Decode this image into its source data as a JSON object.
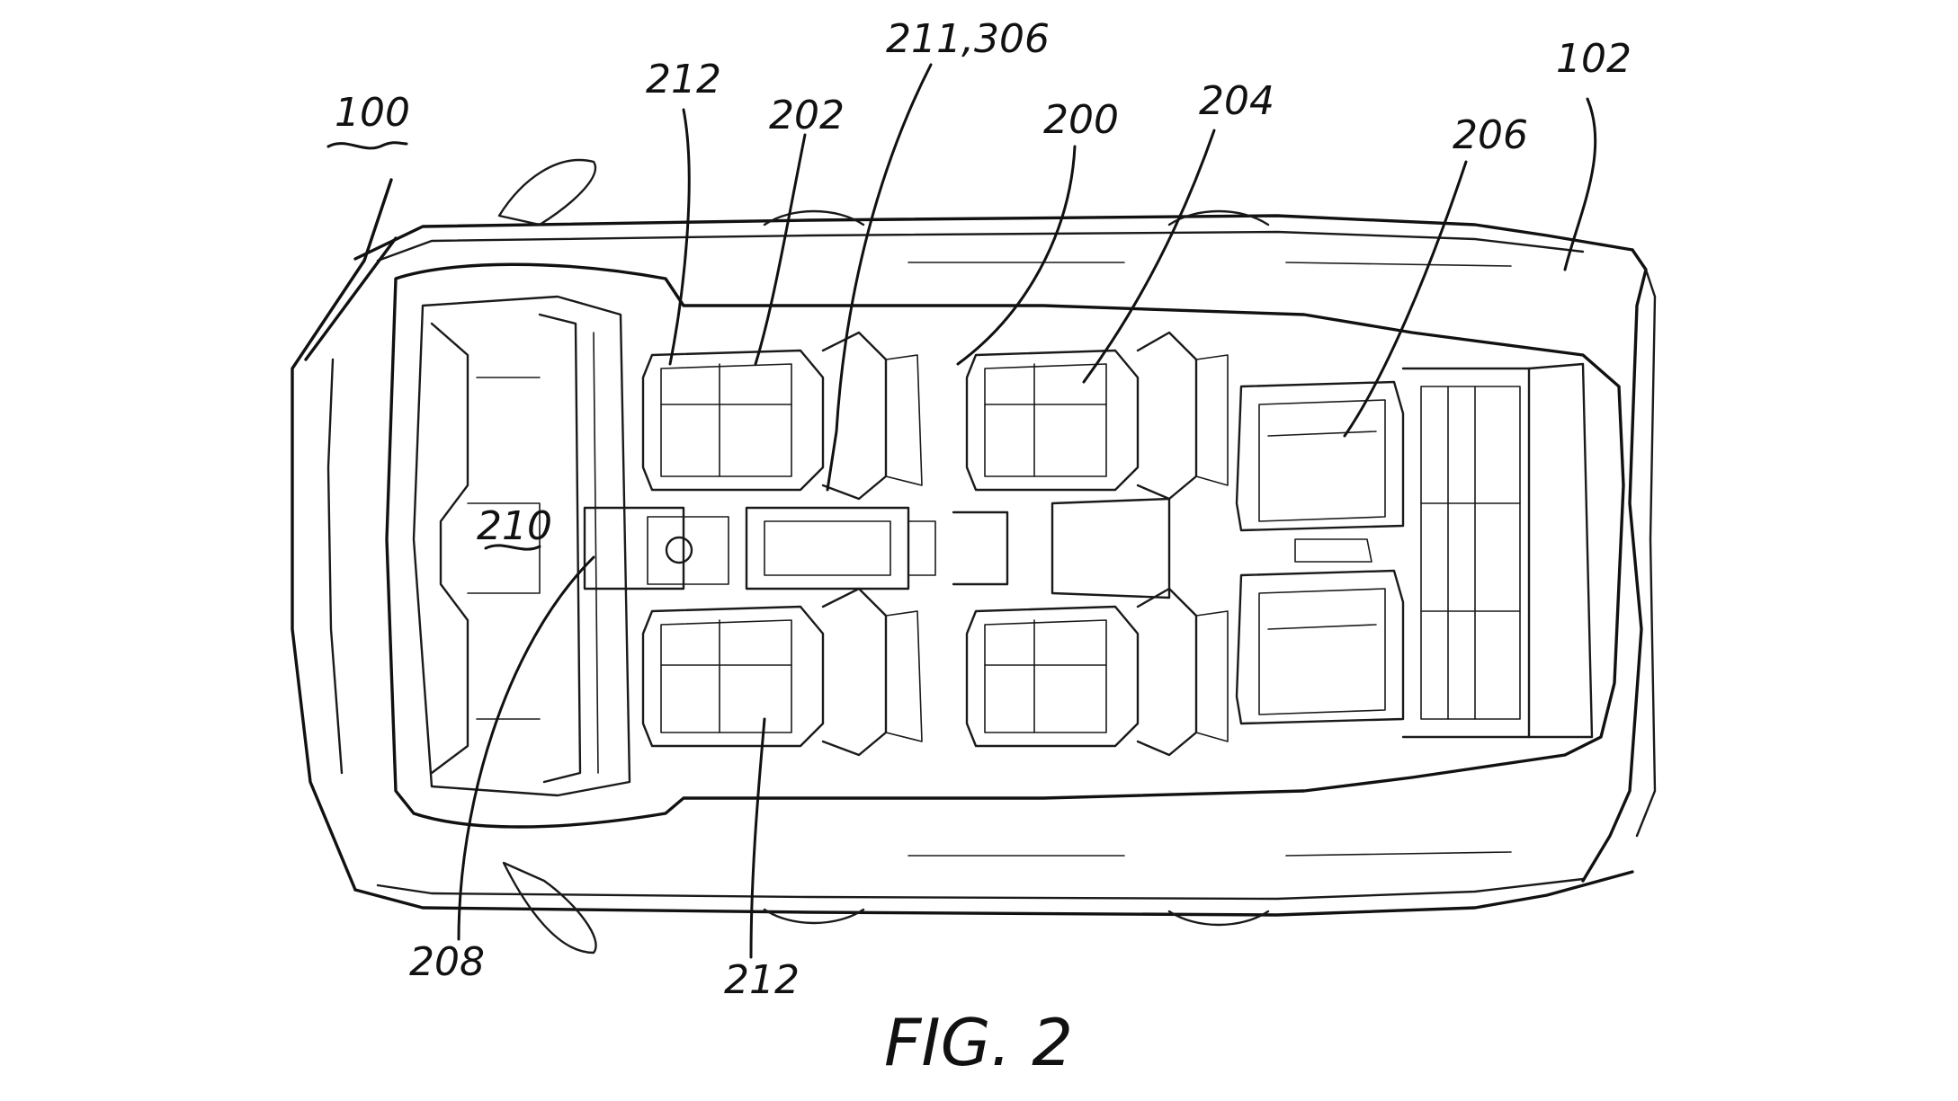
{
  "figure": {
    "caption": "FIG. 2",
    "refs": {
      "vehicle": "100",
      "body": "102",
      "cabin": "200",
      "front_seat": "202",
      "middle_seat": "204",
      "rear_seat": "206",
      "console": "208",
      "dashboard": "210",
      "control": "211,306",
      "seat_top": "212",
      "seat_bottom": "212"
    }
  }
}
